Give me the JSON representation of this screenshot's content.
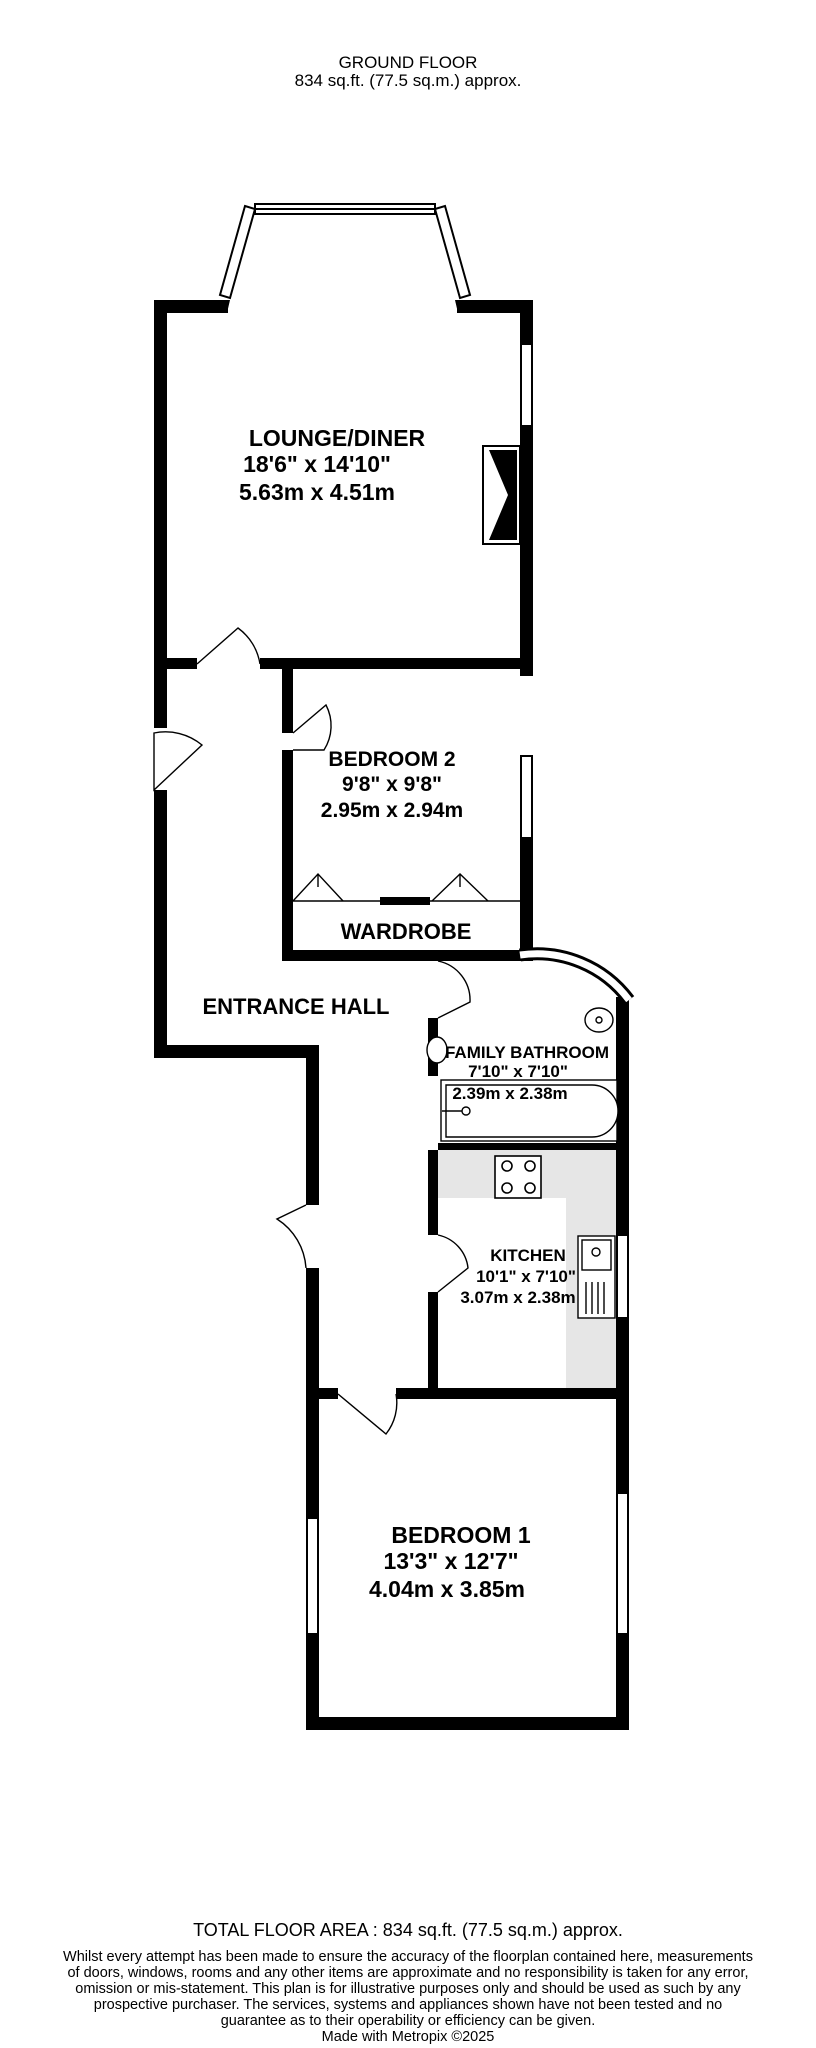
{
  "header": {
    "floor": "GROUND FLOOR",
    "area": "834 sq.ft. (77.5 sq.m.) approx."
  },
  "rooms": {
    "lounge": {
      "name": "LOUNGE/DINER",
      "imperial": "18'6\"  x 14'10\"",
      "metric": "5.63m  x 4.51m"
    },
    "bedroom2": {
      "name": "BEDROOM 2",
      "imperial": "9'8\"  x 9'8\"",
      "metric": "2.95m  x 2.94m"
    },
    "wardrobe": {
      "name": "WARDROBE"
    },
    "hall": {
      "name": "ENTRANCE HALL"
    },
    "bathroom": {
      "name": "FAMILY BATHROOM",
      "imperial": "7'10\"  x 7'10\"",
      "metric": "2.39m  x 2.38m"
    },
    "kitchen": {
      "name": "KITCHEN",
      "imperial": "10'1\"  x 7'10\"",
      "metric": "3.07m  x 2.38m"
    },
    "bedroom1": {
      "name": "BEDROOM 1",
      "imperial": "13'3\"  x 12'7\"",
      "metric": "4.04m  x 3.85m"
    }
  },
  "footer": {
    "total": "TOTAL FLOOR AREA : 834 sq.ft. (77.5 sq.m.) approx.",
    "disclaimer": "Whilst every attempt has been made to ensure the accuracy of the floorplan contained here, measurements of doors, windows, rooms and any other items are approximate and no responsibility is taken for any error, omission or mis-statement. This plan is for illustrative purposes only and should be used as such by any prospective purchaser. The services, systems and appliances shown have not been tested and no guarantee as to their operability or efficiency can be given.",
    "credit": "Made with Metropix ©2025"
  },
  "colors": {
    "wall": "#000000",
    "worktop": "#e6e6e6",
    "background": "#ffffff"
  }
}
